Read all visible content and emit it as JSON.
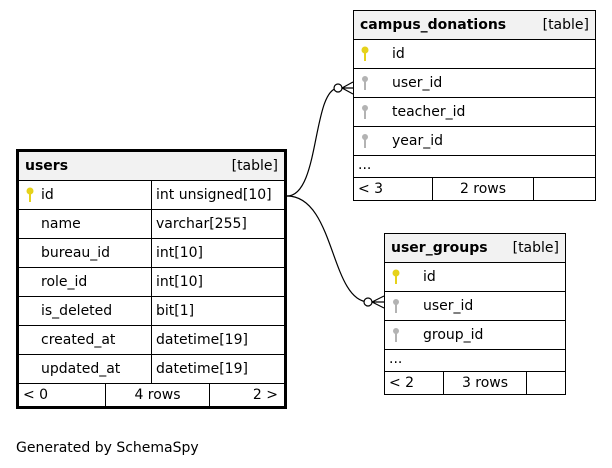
{
  "users": {
    "name": "users",
    "kind": "[table]",
    "columns": [
      {
        "name": "id",
        "type": "int unsigned[10]",
        "key": "primary"
      },
      {
        "name": "name",
        "type": "varchar[255]",
        "key": ""
      },
      {
        "name": "bureau_id",
        "type": "int[10]",
        "key": ""
      },
      {
        "name": "role_id",
        "type": "int[10]",
        "key": ""
      },
      {
        "name": "is_deleted",
        "type": "bit[1]",
        "key": ""
      },
      {
        "name": "created_at",
        "type": "datetime[19]",
        "key": ""
      },
      {
        "name": "updated_at",
        "type": "datetime[19]",
        "key": ""
      }
    ],
    "footer": {
      "parents": "< 0",
      "rows": "4 rows",
      "children": "2 >"
    }
  },
  "campus_donations": {
    "name": "campus_donations",
    "kind": "[table]",
    "columns": [
      {
        "name": "id",
        "key": "primary"
      },
      {
        "name": "user_id",
        "key": "foreign"
      },
      {
        "name": "teacher_id",
        "key": "foreign"
      },
      {
        "name": "year_id",
        "key": "foreign"
      }
    ],
    "more": "...",
    "footer": {
      "parents": "< 3",
      "rows": "2 rows",
      "children": ""
    }
  },
  "user_groups": {
    "name": "user_groups",
    "kind": "[table]",
    "columns": [
      {
        "name": "id",
        "key": "primary"
      },
      {
        "name": "user_id",
        "key": "foreign"
      },
      {
        "name": "group_id",
        "key": "foreign"
      }
    ],
    "more": "...",
    "footer": {
      "parents": "< 2",
      "rows": "3 rows",
      "children": ""
    }
  },
  "footer_text": "Generated by SchemaSpy",
  "colors": {
    "primary_key": "#e6d21a",
    "foreign_key": "#b3b3b3",
    "header_bg": "#f2f2f2"
  }
}
